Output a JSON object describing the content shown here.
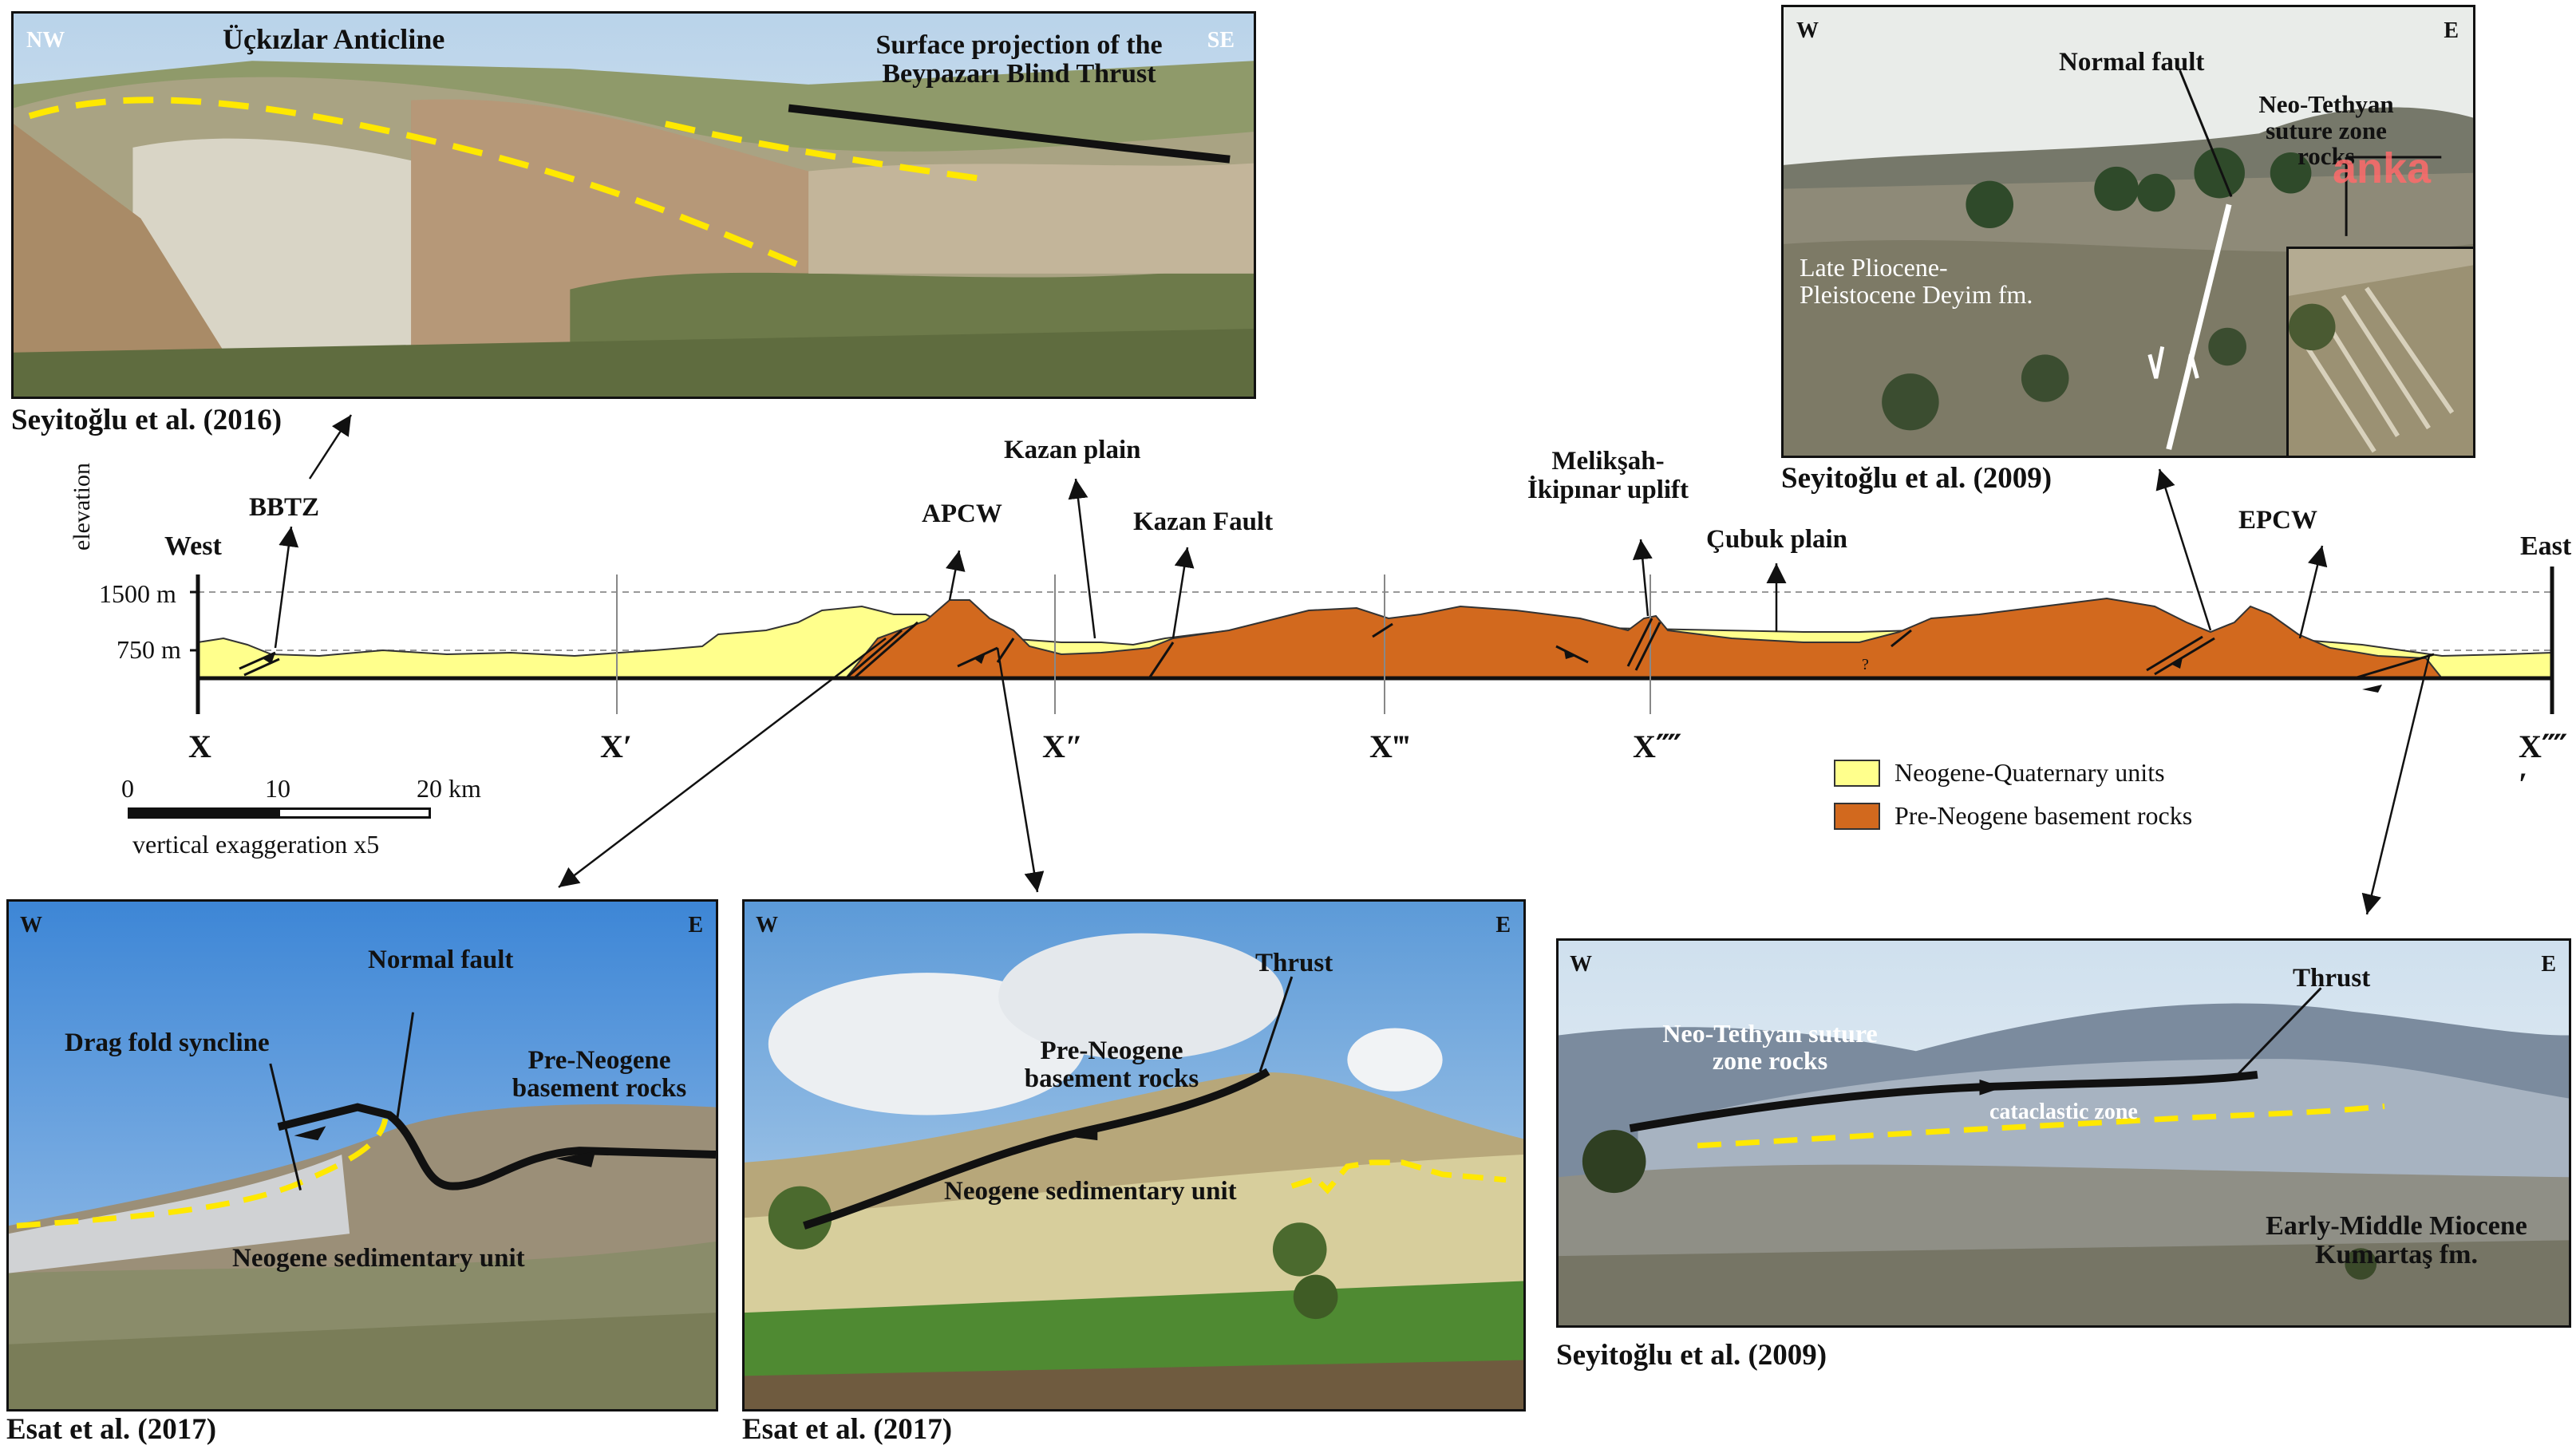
{
  "photos": {
    "p1": {
      "title": "Üçkızlar Anticline",
      "dir_left": "NW",
      "dir_right": "SE",
      "note": "Surface projection of the Beypazarı Blind Thrust",
      "caption": "Seyitoğlu et al. (2016)"
    },
    "p2": {
      "dir_left": "W",
      "dir_right": "E",
      "normal_fault": "Normal fault",
      "suture": "Neo-Tethyan suture zone rocks",
      "deyim": "Late Pliocene-Pleistocene Deyim fm.",
      "watermark": "anka",
      "caption": "Seyitoğlu et al. (2009)"
    },
    "p3": {
      "dir_left": "W",
      "dir_right": "E",
      "normal_fault": "Normal fault",
      "drag_fold": "Drag fold syncline",
      "basement": "Pre-Neogene basement rocks",
      "neogene": "Neogene sedimentary unit",
      "caption": "Esat et al. (2017)"
    },
    "p4": {
      "dir_left": "W",
      "dir_right": "E",
      "thrust": "Thrust",
      "basement": "Pre-Neogene basement rocks",
      "neogene": "Neogene sedimentary unit",
      "caption": "Esat et al. (2017)"
    },
    "p5": {
      "dir_left": "W",
      "dir_right": "E",
      "thrust": "Thrust",
      "suture": "Neo-Tethyan suture zone rocks",
      "cataclastic": "cataclastic zone",
      "kumartas": "Early-Middle Miocene Kumartaş fm.",
      "caption": "Seyitoğlu et al. (2009)"
    }
  },
  "section": {
    "west": "West",
    "east": "East",
    "elevation_axis": "elevation",
    "tick_1500": "1500 m",
    "tick_750": "750 m",
    "labels": {
      "bbtz": "BBTZ",
      "apcw": "APCW",
      "kazan_plain": "Kazan plain",
      "kazan_fault": "Kazan Fault",
      "melik": "Melikşah-İkipınar uplift",
      "cubuk": "Çubuk plain",
      "epcw": "EPCW",
      "question": "?"
    },
    "points": [
      "X",
      "X′",
      "X″",
      "X‴",
      "X⁗",
      "X⁗′"
    ]
  },
  "scale": {
    "t0": "0",
    "t10": "10",
    "t20": "20 km",
    "note": "vertical exaggeration x5"
  },
  "legend": [
    {
      "label": "Neogene-Quaternary units",
      "color": "#ffff8c"
    },
    {
      "label": "Pre-Neogene basement rocks",
      "color": "#d2691e"
    }
  ],
  "colors": {
    "neogene": "#ffff8c",
    "basement": "#d2691e",
    "fault_dash": "#ffe800"
  }
}
